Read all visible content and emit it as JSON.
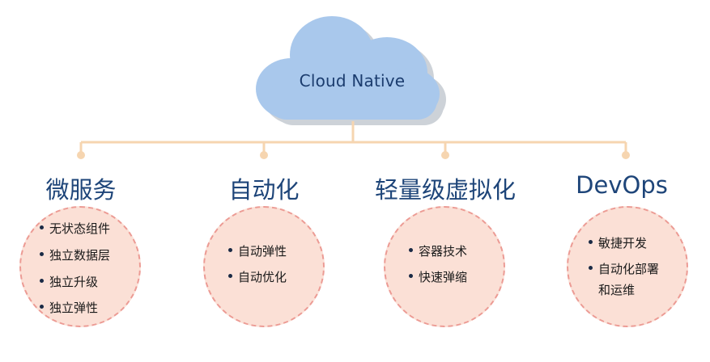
{
  "cloud": {
    "label": "Cloud Native"
  },
  "colors": {
    "cloud_fill": "#a9c8ec",
    "cloud_shadow": "#cdd2d8",
    "connector": "#f6d5b0",
    "bubble_fill": "#fbe0d6",
    "bubble_border": "#ec9b94",
    "title": "#1e4579"
  },
  "branches": [
    {
      "title": "微服务",
      "items": [
        "无状态组件",
        "独立数据层",
        "独立升级",
        "独立弹性"
      ]
    },
    {
      "title": "自动化",
      "items": [
        "自动弹性",
        "自动优化"
      ]
    },
    {
      "title": "轻量级虚拟化",
      "items": [
        "容器技术",
        "快速弹缩"
      ]
    },
    {
      "title": "DevOps",
      "items": [
        "敏捷开发",
        "自动化部署",
        "和运维"
      ]
    }
  ]
}
